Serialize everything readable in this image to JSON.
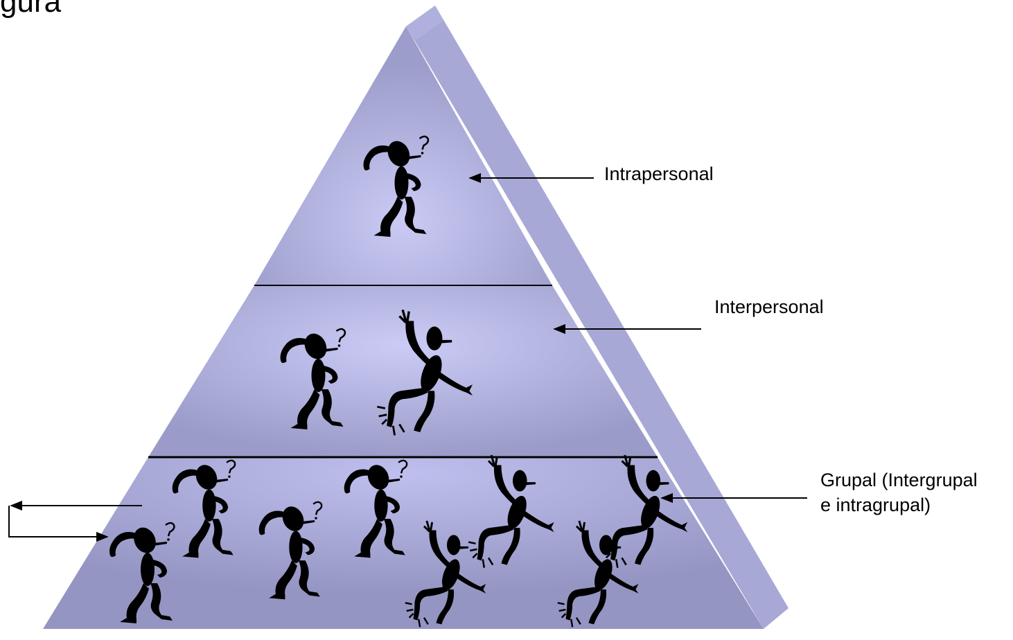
{
  "slide": {
    "title_fragment": "gura"
  },
  "levels": [
    {
      "id": "intrapersonal",
      "label": "Intrapersonal"
    },
    {
      "id": "interpersonal",
      "label": "Interpersonal"
    },
    {
      "id": "grupal",
      "label_line1": "Grupal (Intergrupal",
      "label_line2": "e intragrupal)"
    }
  ],
  "colors": {
    "pyramid_front_light": "#c8c8f4",
    "pyramid_front_dark": "#9a9ac8",
    "pyramid_side": "#a9a9d6",
    "figures": "#000000"
  },
  "icons": {
    "figure_confused": "confused-stick-figure-icon",
    "figure_falling": "falling-stick-figure-icon"
  }
}
